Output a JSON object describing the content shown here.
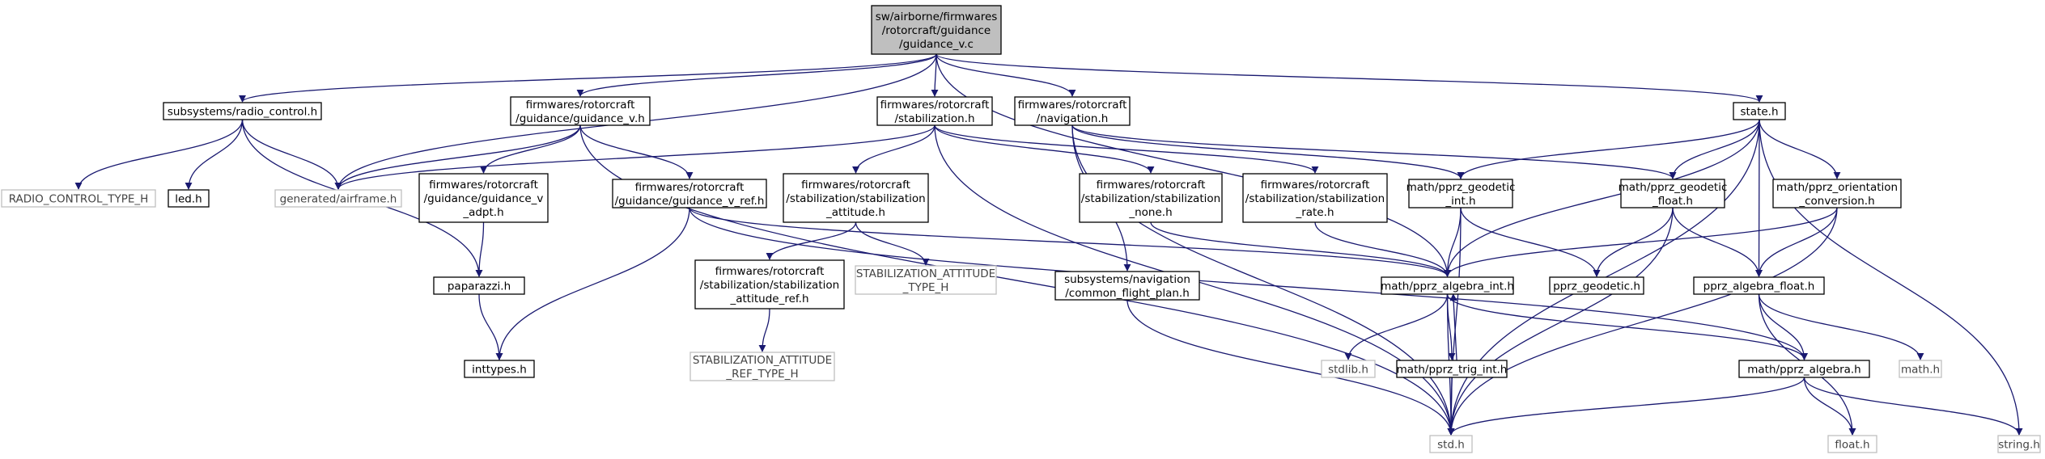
{
  "diagram": {
    "colors": {
      "edge": "#191970",
      "node_border": "#000000",
      "missing_border": "#bfbfbf",
      "root_fill": "#bfbfbf",
      "background": "#ffffff"
    },
    "nodes": [
      {
        "id": "root",
        "lines": [
          "sw/airborne/firmwares",
          "/rotorcraft/guidance",
          "/guidance_v.c"
        ],
        "kind": "root"
      },
      {
        "id": "radio_control",
        "lines": [
          "subsystems/radio_control.h"
        ],
        "kind": "file"
      },
      {
        "id": "guidance_v_h",
        "lines": [
          "firmwares/rotorcraft",
          "/guidance/guidance_v.h"
        ],
        "kind": "file"
      },
      {
        "id": "stabilization_h",
        "lines": [
          "firmwares/rotorcraft",
          "/stabilization.h"
        ],
        "kind": "file"
      },
      {
        "id": "navigation_h",
        "lines": [
          "firmwares/rotorcraft",
          "/navigation.h"
        ],
        "kind": "file"
      },
      {
        "id": "state_h",
        "lines": [
          "state.h"
        ],
        "kind": "file"
      },
      {
        "id": "radio_type",
        "lines": [
          "RADIO_CONTROL_TYPE_H"
        ],
        "kind": "missing"
      },
      {
        "id": "led_h",
        "lines": [
          "led.h"
        ],
        "kind": "file"
      },
      {
        "id": "airframe_h",
        "lines": [
          "generated/airframe.h"
        ],
        "kind": "missing"
      },
      {
        "id": "guidance_v_adpt",
        "lines": [
          "firmwares/rotorcraft",
          "/guidance/guidance_v",
          "_adpt.h"
        ],
        "kind": "file"
      },
      {
        "id": "guidance_v_ref",
        "lines": [
          "firmwares/rotorcraft",
          "/guidance/guidance_v_ref.h"
        ],
        "kind": "file"
      },
      {
        "id": "stab_attitude",
        "lines": [
          "firmwares/rotorcraft",
          "/stabilization/stabilization",
          "_attitude.h"
        ],
        "kind": "file"
      },
      {
        "id": "stab_none",
        "lines": [
          "firmwares/rotorcraft",
          "/stabilization/stabilization",
          "_none.h"
        ],
        "kind": "file"
      },
      {
        "id": "stab_rate",
        "lines": [
          "firmwares/rotorcraft",
          "/stabilization/stabilization",
          "_rate.h"
        ],
        "kind": "file"
      },
      {
        "id": "geodetic_int",
        "lines": [
          "math/pprz_geodetic",
          "_int.h"
        ],
        "kind": "file"
      },
      {
        "id": "geodetic_float",
        "lines": [
          "math/pprz_geodetic",
          "_float.h"
        ],
        "kind": "file"
      },
      {
        "id": "orientation_conv",
        "lines": [
          "math/pprz_orientation",
          "_conversion.h"
        ],
        "kind": "file"
      },
      {
        "id": "paparazzi_h",
        "lines": [
          "paparazzi.h"
        ],
        "kind": "file"
      },
      {
        "id": "stab_att_ref",
        "lines": [
          "firmwares/rotorcraft",
          "/stabilization/stabilization",
          "_attitude_ref.h"
        ],
        "kind": "file"
      },
      {
        "id": "stab_att_type",
        "lines": [
          "STABILIZATION_ATTITUDE",
          "_TYPE_H"
        ],
        "kind": "missing"
      },
      {
        "id": "common_flight_plan",
        "lines": [
          "subsystems/navigation",
          "/common_flight_plan.h"
        ],
        "kind": "file"
      },
      {
        "id": "algebra_int",
        "lines": [
          "math/pprz_algebra_int.h"
        ],
        "kind": "file"
      },
      {
        "id": "pprz_geodetic_h",
        "lines": [
          "pprz_geodetic.h"
        ],
        "kind": "file"
      },
      {
        "id": "algebra_float",
        "lines": [
          "pprz_algebra_float.h"
        ],
        "kind": "file"
      },
      {
        "id": "inttypes_h",
        "lines": [
          "inttypes.h"
        ],
        "kind": "file"
      },
      {
        "id": "stab_att_ref_type",
        "lines": [
          "STABILIZATION_ATTITUDE",
          "_REF_TYPE_H"
        ],
        "kind": "missing"
      },
      {
        "id": "stdlib_h",
        "lines": [
          "stdlib.h"
        ],
        "kind": "missing"
      },
      {
        "id": "trig_int",
        "lines": [
          "math/pprz_trig_int.h"
        ],
        "kind": "file"
      },
      {
        "id": "pprz_algebra",
        "lines": [
          "math/pprz_algebra.h"
        ],
        "kind": "file"
      },
      {
        "id": "math_h",
        "lines": [
          "math.h"
        ],
        "kind": "missing"
      },
      {
        "id": "std_h",
        "lines": [
          "std.h"
        ],
        "kind": "missing"
      },
      {
        "id": "float_h",
        "lines": [
          "float.h"
        ],
        "kind": "missing"
      },
      {
        "id": "string_h",
        "lines": [
          "string.h"
        ],
        "kind": "missing"
      }
    ],
    "edges": [
      [
        "root",
        "radio_control"
      ],
      [
        "root",
        "airframe_h"
      ],
      [
        "root",
        "guidance_v_h"
      ],
      [
        "root",
        "stabilization_h"
      ],
      [
        "root",
        "navigation_h"
      ],
      [
        "root",
        "state_h"
      ],
      [
        "root",
        "algebra_int"
      ],
      [
        "radio_control",
        "radio_type"
      ],
      [
        "radio_control",
        "led_h"
      ],
      [
        "radio_control",
        "airframe_h"
      ],
      [
        "radio_control",
        "paparazzi_h"
      ],
      [
        "guidance_v_h",
        "airframe_h"
      ],
      [
        "guidance_v_h",
        "guidance_v_adpt"
      ],
      [
        "guidance_v_h",
        "guidance_v_ref"
      ],
      [
        "guidance_v_h",
        "std_h"
      ],
      [
        "guidance_v_adpt",
        "paparazzi_h"
      ],
      [
        "paparazzi_h",
        "inttypes_h"
      ],
      [
        "guidance_v_ref",
        "inttypes_h"
      ],
      [
        "guidance_v_ref",
        "algebra_int"
      ],
      [
        "guidance_v_ref",
        "pprz_algebra"
      ],
      [
        "stabilization_h",
        "airframe_h"
      ],
      [
        "stabilization_h",
        "stab_attitude"
      ],
      [
        "stabilization_h",
        "stab_none"
      ],
      [
        "stabilization_h",
        "stab_rate"
      ],
      [
        "stabilization_h",
        "std_h"
      ],
      [
        "stab_attitude",
        "stab_att_ref"
      ],
      [
        "stab_attitude",
        "stab_att_type"
      ],
      [
        "stab_att_ref",
        "stab_att_ref_type"
      ],
      [
        "stab_none",
        "algebra_int"
      ],
      [
        "stab_rate",
        "algebra_int"
      ],
      [
        "navigation_h",
        "common_flight_plan"
      ],
      [
        "navigation_h",
        "geodetic_int"
      ],
      [
        "navigation_h",
        "geodetic_float"
      ],
      [
        "navigation_h",
        "std_h"
      ],
      [
        "common_flight_plan",
        "std_h"
      ],
      [
        "state_h",
        "geodetic_int"
      ],
      [
        "state_h",
        "geodetic_float"
      ],
      [
        "state_h",
        "orientation_conv"
      ],
      [
        "state_h",
        "algebra_int"
      ],
      [
        "state_h",
        "algebra_float"
      ],
      [
        "state_h",
        "std_h"
      ],
      [
        "state_h",
        "string_h"
      ],
      [
        "geodetic_int",
        "pprz_geodetic_h"
      ],
      [
        "geodetic_int",
        "algebra_int"
      ],
      [
        "geodetic_int",
        "std_h"
      ],
      [
        "geodetic_float",
        "pprz_geodetic_h"
      ],
      [
        "geodetic_float",
        "algebra_float"
      ],
      [
        "geodetic_float",
        "std_h"
      ],
      [
        "orientation_conv",
        "algebra_int"
      ],
      [
        "orientation_conv",
        "algebra_float"
      ],
      [
        "orientation_conv",
        "std_h"
      ],
      [
        "algebra_int",
        "stdlib_h"
      ],
      [
        "algebra_int",
        "trig_int"
      ],
      [
        "algebra_int",
        "pprz_algebra"
      ],
      [
        "algebra_int",
        "std_h"
      ],
      [
        "trig_int",
        "algebra_int"
      ],
      [
        "trig_int",
        "std_h"
      ],
      [
        "algebra_float",
        "pprz_algebra"
      ],
      [
        "algebra_float",
        "math_h"
      ],
      [
        "algebra_float",
        "float_h"
      ],
      [
        "pprz_algebra",
        "std_h"
      ],
      [
        "pprz_algebra",
        "float_h"
      ],
      [
        "pprz_algebra",
        "string_h"
      ]
    ]
  }
}
